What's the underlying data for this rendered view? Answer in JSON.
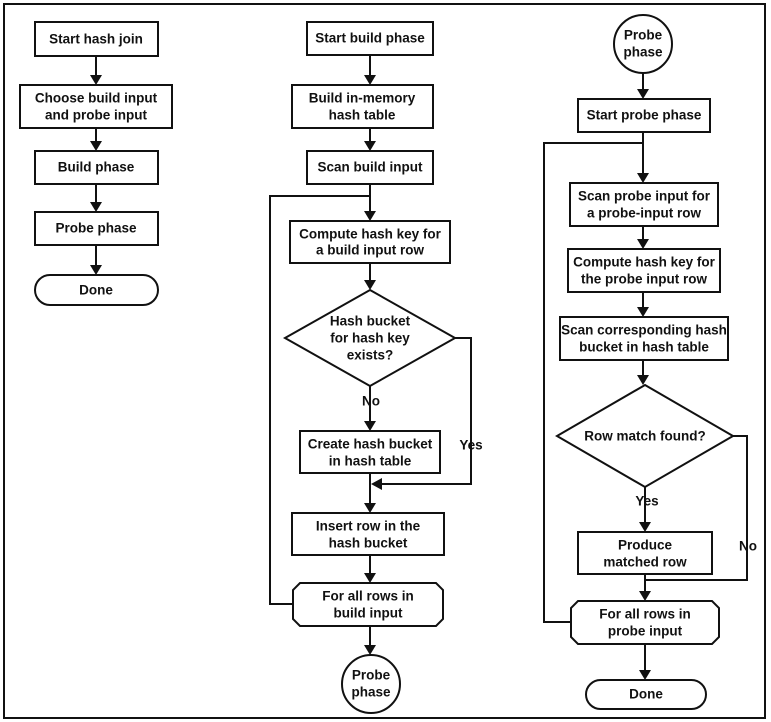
{
  "left_column": {
    "start_hash_join": "Start hash join",
    "choose_inputs": [
      "Choose build input",
      "and probe input"
    ],
    "build_phase": "Build phase",
    "probe_phase": "Probe phase",
    "done": "Done"
  },
  "build_column": {
    "start_build_phase": "Start build phase",
    "build_hash_table": [
      "Build in-memory",
      "hash table"
    ],
    "scan_build_input": "Scan build input",
    "compute_hash_key": [
      "Compute hash key for",
      "a build input row"
    ],
    "bucket_exists_decision": [
      "Hash bucket",
      "for hash key",
      "exists?"
    ],
    "no_label": "No",
    "yes_label": "Yes",
    "create_bucket": [
      "Create hash bucket",
      "in hash table"
    ],
    "insert_row": [
      "Insert row in the",
      "hash bucket"
    ],
    "loop_all_rows": [
      "For all rows in",
      "build input"
    ],
    "probe_connector": [
      "Probe",
      "phase"
    ]
  },
  "probe_column": {
    "probe_connector": [
      "Probe",
      "phase"
    ],
    "start_probe_phase": "Start probe phase",
    "scan_probe_input": [
      "Scan probe input for",
      "a probe-input row"
    ],
    "compute_hash_key": [
      "Compute hash key for",
      "the probe input row"
    ],
    "scan_bucket": [
      "Scan corresponding hash",
      "bucket in hash table"
    ],
    "row_match_decision": "Row match found?",
    "yes_label": "Yes",
    "no_label": "No",
    "produce_row": [
      "Produce",
      "matched row"
    ],
    "loop_all_rows": [
      "For all rows in",
      "probe input"
    ],
    "done": "Done"
  }
}
